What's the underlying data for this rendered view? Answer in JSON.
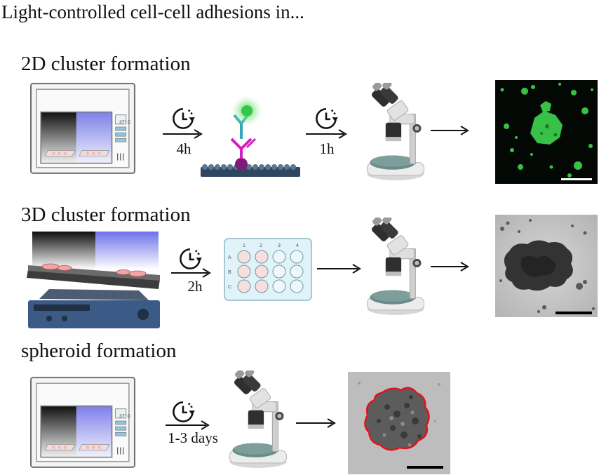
{
  "title": "Light-controlled cell-cell adhesions in...",
  "rows": [
    {
      "label": "2D cluster formation",
      "times": [
        "4h",
        "1h"
      ]
    },
    {
      "label": "3D cluster formation",
      "times": [
        "2h"
      ]
    },
    {
      "label": "spheroid formation",
      "times": [
        "1-3 days"
      ]
    }
  ],
  "incubator": {
    "temperature": "37° C"
  },
  "well_plate": {
    "columns": [
      "1",
      "2",
      "3",
      "4"
    ],
    "rows": [
      "A",
      "B",
      "C"
    ]
  },
  "colors": {
    "blue_light": "#8e92ee",
    "fluorescence": "#3bd14a",
    "antibody_magenta": "#d21fc4",
    "antibody_cyan": "#2fa7b8",
    "surface": "#2f4660",
    "contour_red": "#e0141a"
  }
}
